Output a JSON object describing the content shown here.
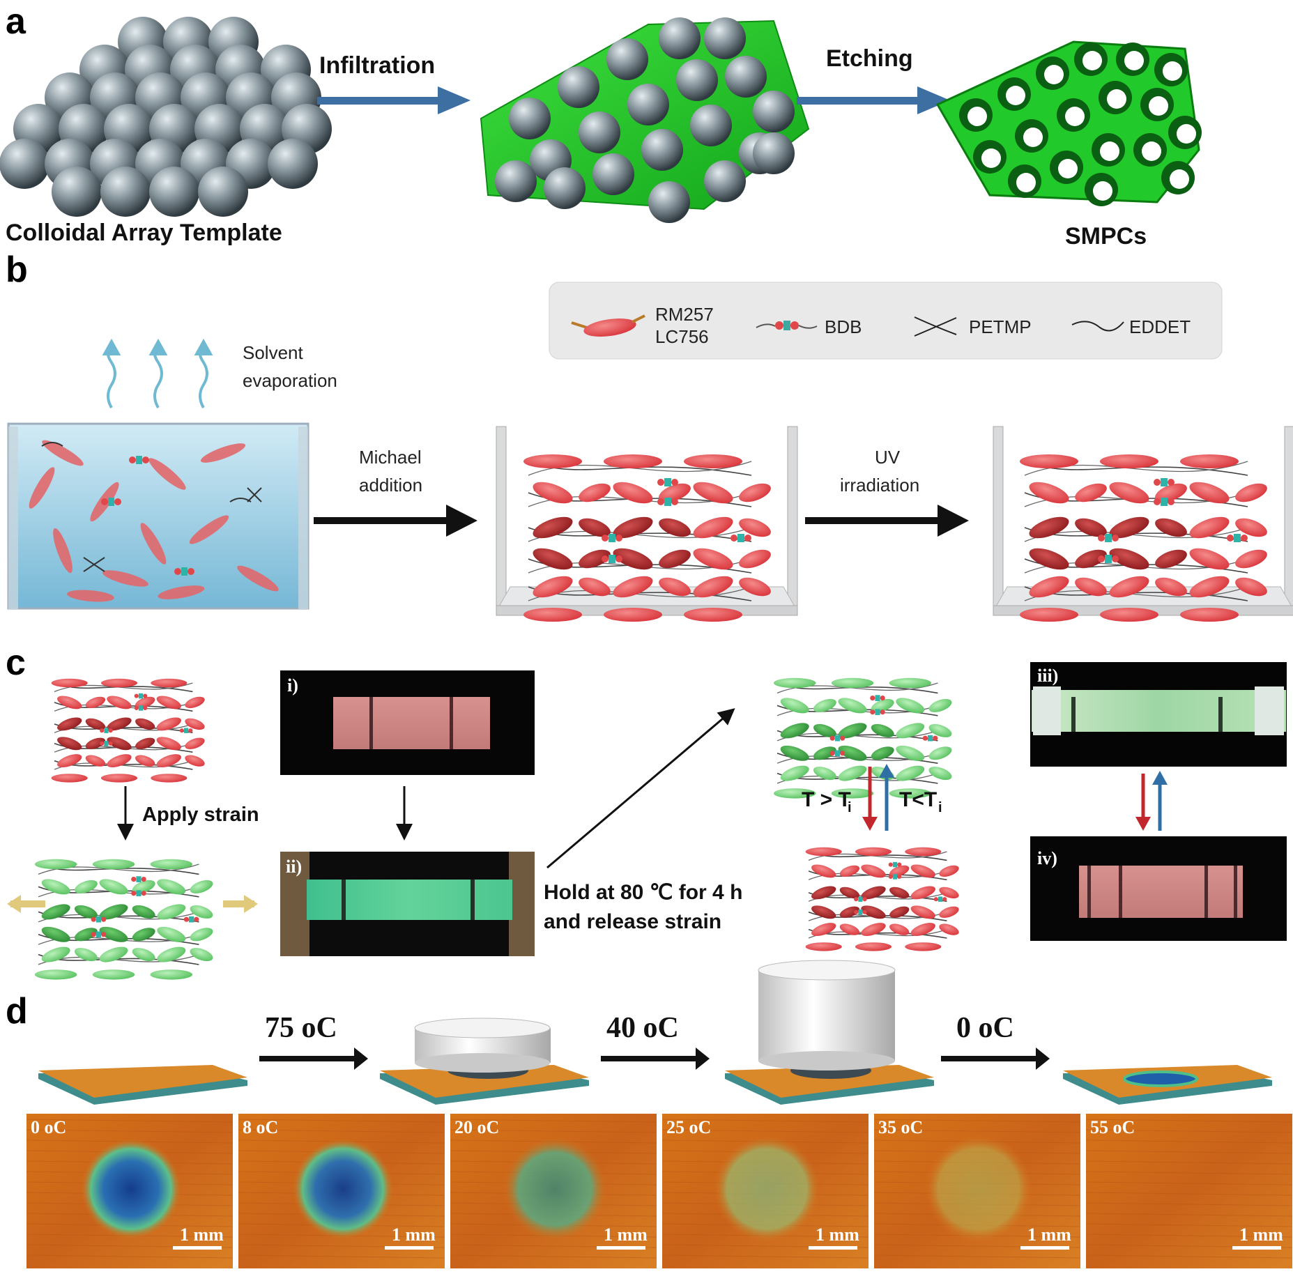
{
  "panels": {
    "a": "a",
    "b": "b",
    "c": "c",
    "d": "d"
  },
  "panel_a": {
    "template_label": "Colloidal Array Template",
    "step1": "Infiltration",
    "step2": "Etching",
    "product_label": "SMPCs",
    "colors": {
      "sphere": "#7d8a92",
      "polymer": "#27d12b",
      "arrow": "#3d6fa3"
    }
  },
  "panel_b": {
    "legend": [
      {
        "name": "rm257-legend",
        "text_line1": "RM257",
        "text_line2": "LC756"
      },
      {
        "name": "bdb-legend",
        "text_line1": "BDB",
        "text_line2": ""
      },
      {
        "name": "petmp-legend",
        "text_line1": "PETMP",
        "text_line2": ""
      },
      {
        "name": "eddet-legend",
        "text_line1": "EDDET",
        "text_line2": ""
      }
    ],
    "evap_line1": "Solvent",
    "evap_line2": "evaporation",
    "step1_line1": "Michael",
    "step1_line2": "addition",
    "step2_line1": "UV",
    "step2_line2": "irradiation",
    "colors": {
      "mesogen": "#e0474b",
      "liquid": "#a9d7ea"
    }
  },
  "panel_c": {
    "apply_strain": "Apply strain",
    "hold_line1": "Hold at 80 ℃ for 4 h",
    "hold_line2": "and release strain",
    "t_greater": "T > T",
    "t_less": "T<T",
    "subscript": "i",
    "photo_labels": [
      "i)",
      "ii)",
      "iii)",
      "iv)"
    ],
    "colors": {
      "red_state": "#c94a4a",
      "green_state": "#6fcf7a",
      "up_arrow": "#2f6fa6",
      "down_arrow": "#c2272d"
    }
  },
  "panel_d": {
    "steps": [
      "75 °C",
      "40 °C",
      "0 °C"
    ],
    "step_display": [
      "75 oC",
      "40 oC",
      "0 oC"
    ],
    "micrographs": [
      {
        "temp": "0 oC",
        "color_level": 1.0
      },
      {
        "temp": "8 oC",
        "color_level": 0.95
      },
      {
        "temp": "20 oC",
        "color_level": 0.65
      },
      {
        "temp": "25 oC",
        "color_level": 0.45
      },
      {
        "temp": "35 oC",
        "color_level": 0.3
      },
      {
        "temp": "55 oC",
        "color_level": 0.0
      }
    ],
    "scale_bar": "1 mm",
    "colors": {
      "substrate": "#d9892a",
      "film_blue": "#1f5ea8",
      "film_green": "#5fbf8a"
    }
  }
}
